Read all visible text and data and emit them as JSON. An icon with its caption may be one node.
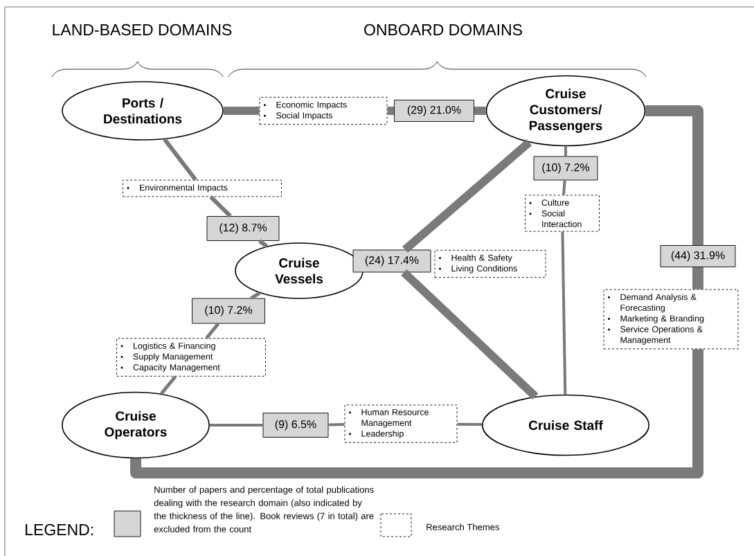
{
  "diagram": {
    "nodes": [
      {
        "text": [
          "Ports / Destinations"
        ]
      },
      {
        "text": [
          "Cruise Customers/ Passengers"
        ]
      },
      {
        "text": [
          "Cruise Vessels"
        ]
      },
      {
        "text": [
          "Cruise Operators"
        ]
      },
      {
        "text": [
          "Cruise Staff"
        ]
      },
      {
        "text": [
          "Economic Impacts",
          "Social Impacts"
        ]
      },
      {
        "text": [
          "(29) 21.0%"
        ]
      },
      {
        "text": [
          "Environmental Impacts"
        ]
      },
      {
        "text": [
          "(12) 8.7%"
        ]
      },
      {
        "text": [
          "(24) 17.4%"
        ]
      },
      {
        "text": [
          "Health & Safety",
          "Living Conditions"
        ]
      },
      {
        "text": [
          "(10) 7.2%"
        ]
      },
      {
        "text": [
          "Culture",
          "Social Interaction"
        ]
      },
      {
        "text": [
          "(44) 31.9%"
        ]
      },
      {
        "text": [
          "Demand Analysis & Forecasting",
          "Marketing & Branding",
          "Service Operations & Management"
        ]
      },
      {
        "text": [
          "(10) 7.2%"
        ]
      },
      {
        "text": [
          "Logistics & Financing",
          "Supply Management",
          "Capacity Management"
        ]
      },
      {
        "text": [
          "(9) 6.5%"
        ]
      },
      {
        "text": [
          "Human Resource Management",
          "Leadership"
        ]
      }
    ],
    "edges": [
      {
        "from": 0,
        "to": 5,
        "arrow": "none",
        "style": "thick"
      },
      {
        "from": 5,
        "to": 6,
        "arrow": "none",
        "style": "thick"
      },
      {
        "from": 6,
        "to": 1,
        "arrow": "none",
        "style": "thick"
      },
      {
        "from": 0,
        "to": 7,
        "arrow": "none"
      },
      {
        "from": 7,
        "to": 8,
        "arrow": "none"
      },
      {
        "from": 8,
        "to": 2,
        "arrow": "none"
      },
      {
        "from": 9,
        "to": 1,
        "arrow": "none",
        "style": "thick"
      },
      {
        "from": 9,
        "to": 4,
        "arrow": "none",
        "style": "thick"
      },
      {
        "from": 1,
        "to": 11,
        "arrow": "none"
      },
      {
        "from": 11,
        "to": 12,
        "arrow": "none"
      },
      {
        "from": 12,
        "to": 4,
        "arrow": "none"
      },
      {
        "from": 1,
        "to": 13,
        "arrow": "none",
        "style": "thick"
      },
      {
        "from": 13,
        "to": 14,
        "arrow": "none",
        "style": "thick"
      },
      {
        "from": 14,
        "to": 3,
        "arrow": "none",
        "style": "thick"
      },
      {
        "from": 2,
        "to": 15,
        "arrow": "none"
      },
      {
        "from": 15,
        "to": 16,
        "arrow": "none"
      },
      {
        "from": 16,
        "to": 3,
        "arrow": "none"
      },
      {
        "from": 3,
        "to": 17,
        "arrow": "none"
      },
      {
        "from": 17,
        "to": 18,
        "arrow": "none"
      },
      {
        "from": 18,
        "to": 4,
        "arrow": "none"
      }
    ],
    "labels": [
      "LAND-BASED DOMAINS",
      "ONBOARD DOMAINS",
      "LEGEND:"
    ],
    "legend": [
      {
        "text": "Number of papers and percentage of total publications dealing with the research domain (also indicated by the thickness of the line). Book reviews (7 in total) are excluded from the count"
      },
      {
        "text": "Research Themes"
      }
    ]
  }
}
